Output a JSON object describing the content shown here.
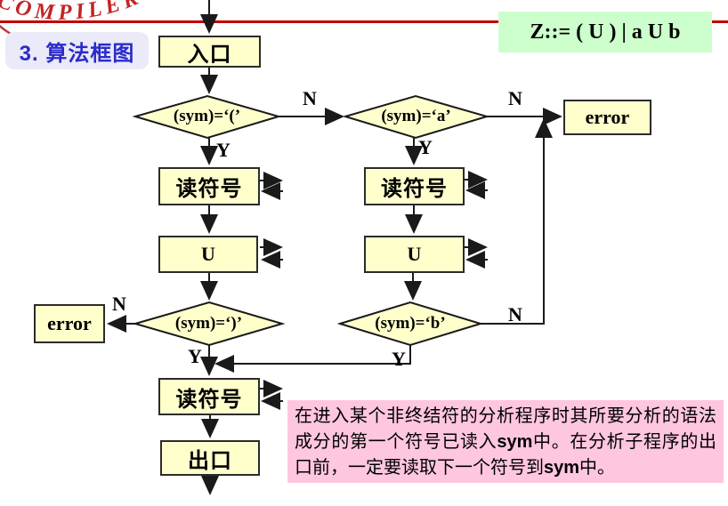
{
  "header": {
    "logo": "COMPILER",
    "title": "3. 算法框图",
    "grammar": "Z::= ( U ) | a U b"
  },
  "labels": {
    "yes": "Y",
    "no": "N"
  },
  "nodes": {
    "entry": "入口",
    "read_symbol": "读符号",
    "u": "U",
    "error": "error",
    "exit": "出口",
    "cond_lparen": "(sym)=‘(’",
    "cond_a": "(sym)=‘a’",
    "cond_rparen": "(sym)=‘)’",
    "cond_b": "(sym)=‘b’"
  },
  "note": {
    "seg1": "在进入某个非终结符的分析程序时其所要分析的语法成分的第一个符号已读入",
    "sym1": "sym",
    "seg2": "中。在分析子程序的出口前，一定要读取下一个符号到",
    "sym2": "sym",
    "seg3": "中。"
  },
  "colors": {
    "node_fill": "#FFFFCC",
    "grammar_bg": "#CCFFCC",
    "note_bg": "#FFC6DF",
    "rule_red": "#C00000",
    "title_blue": "#2B2BCB",
    "title_bg": "#EAEAF8"
  }
}
